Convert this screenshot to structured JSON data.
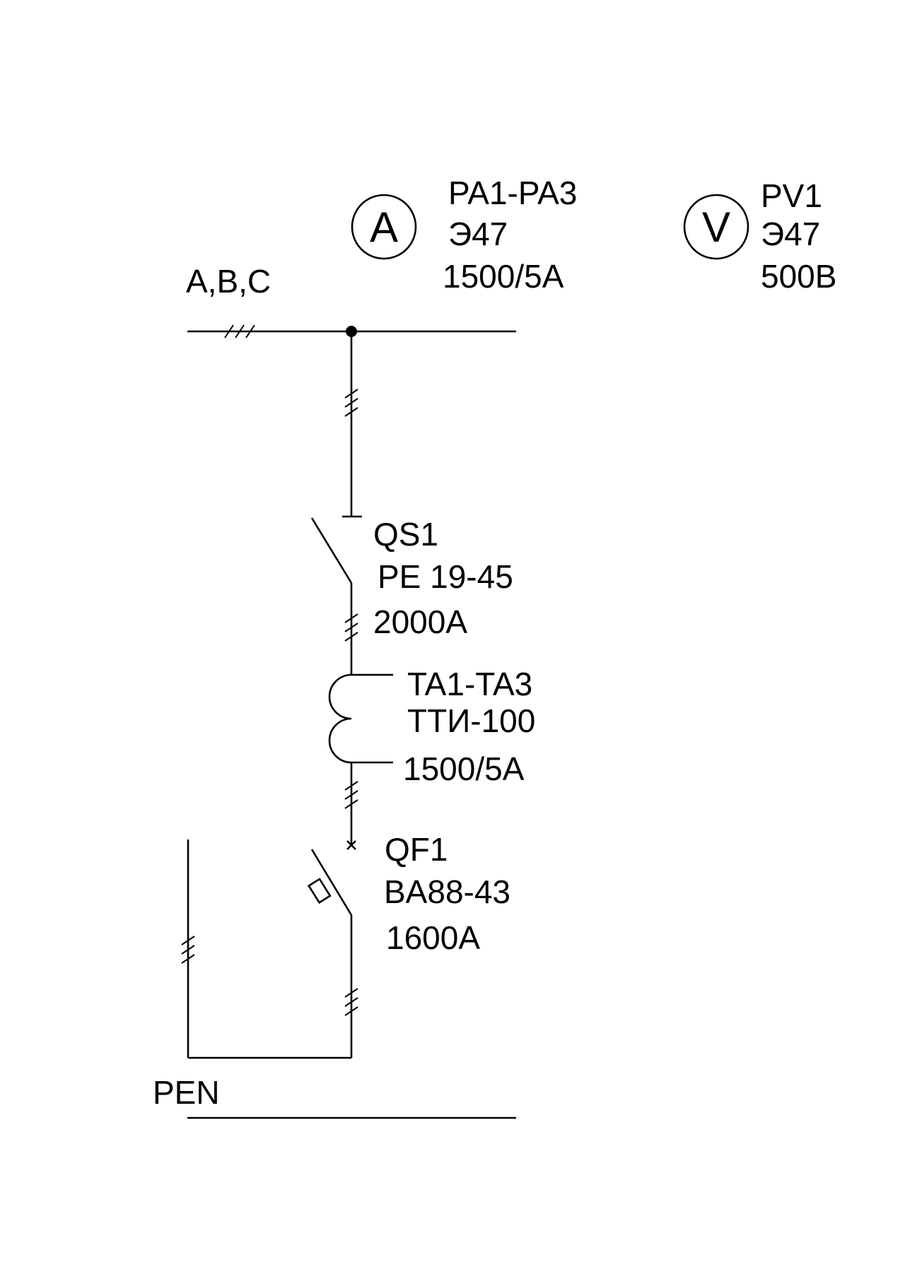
{
  "bus": {
    "phases_label": "A,B,C",
    "pen_label": "PEN"
  },
  "ammeter": {
    "symbol": "A",
    "designation": "PA1-PA3",
    "type": "Э47",
    "rating": "1500/5A"
  },
  "voltmeter": {
    "symbol": "V",
    "designation": "PV1",
    "type": "Э47",
    "rating": "500B"
  },
  "switch": {
    "designation": "QS1",
    "type": "PE 19-45",
    "rating": "2000A"
  },
  "current_transformer": {
    "designation": "TA1-TA3",
    "type": "ТТИ-100",
    "rating": "1500/5A"
  },
  "breaker": {
    "designation": "QF1",
    "type": "BA88-43",
    "rating": "1600A"
  },
  "colors": {
    "line": "#000000",
    "background": "#ffffff"
  }
}
